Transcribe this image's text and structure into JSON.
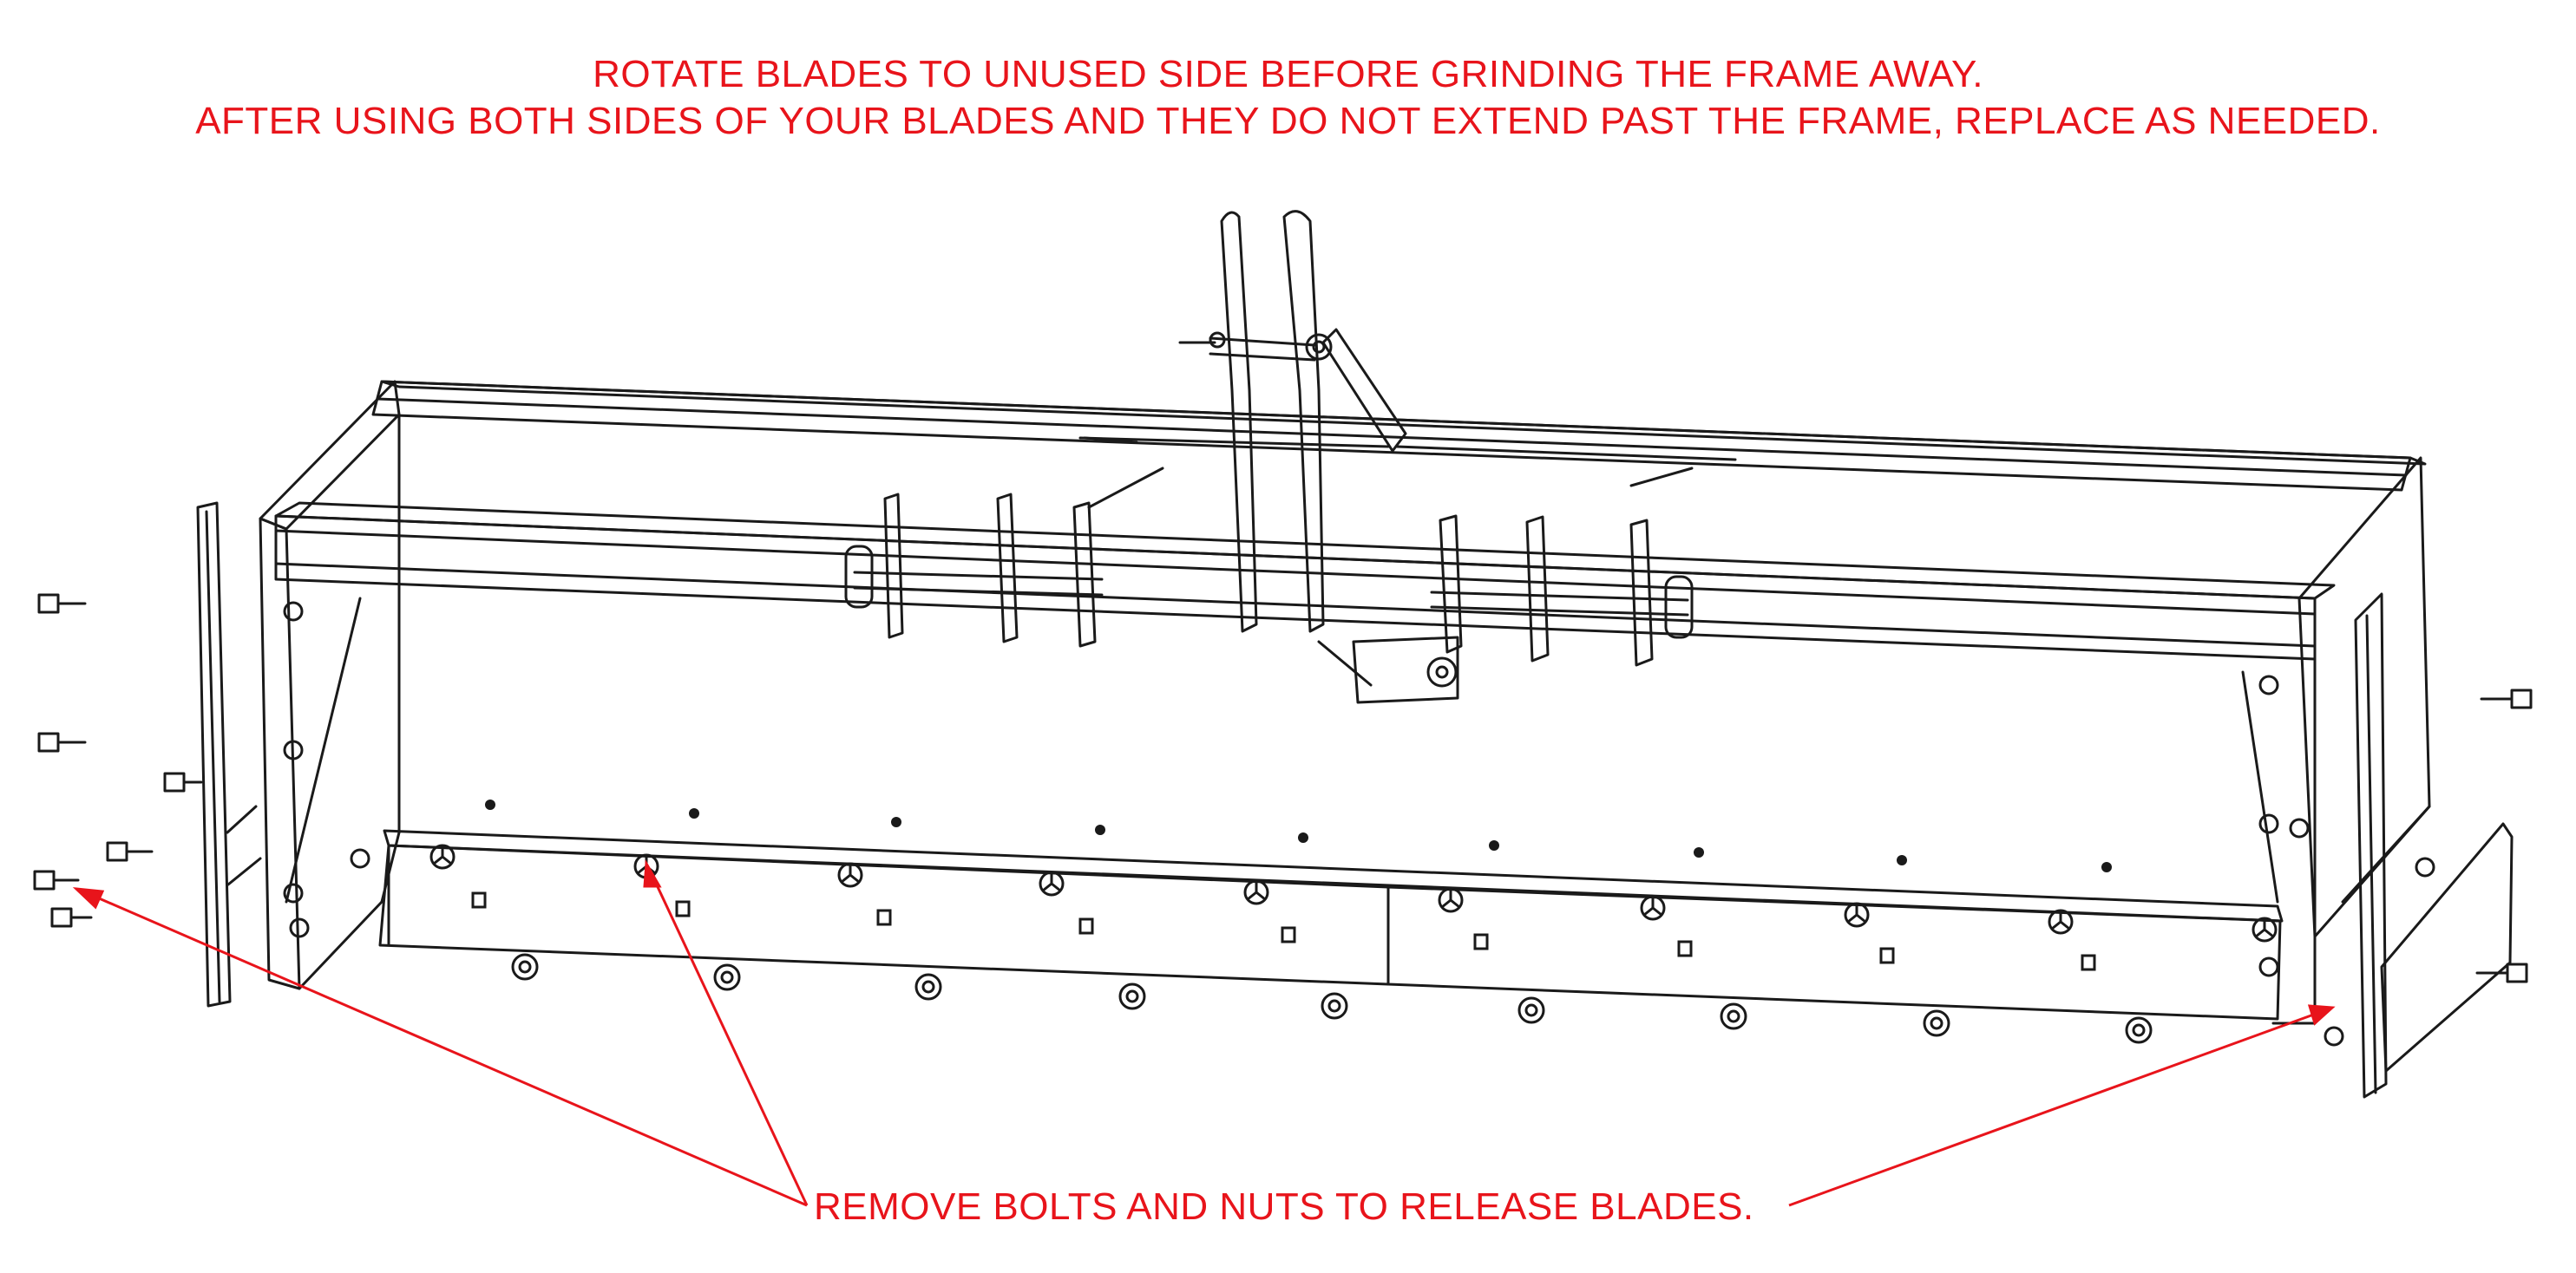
{
  "notes": {
    "line1": "ROTATE BLADES TO UNUSED SIDE BEFORE GRINDING THE FRAME AWAY.",
    "line2": "AFTER USING BOTH SIDES OF YOUR BLADES AND THEY DO NOT EXTEND PAST THE FRAME, REPLACE AS NEEDED."
  },
  "callout": {
    "text": "REMOVE BOLTS AND NUTS TO RELEASE BLADES."
  },
  "colors": {
    "annotation": "#e8141b",
    "line": "#1a1a1a",
    "background": "#ffffff"
  }
}
